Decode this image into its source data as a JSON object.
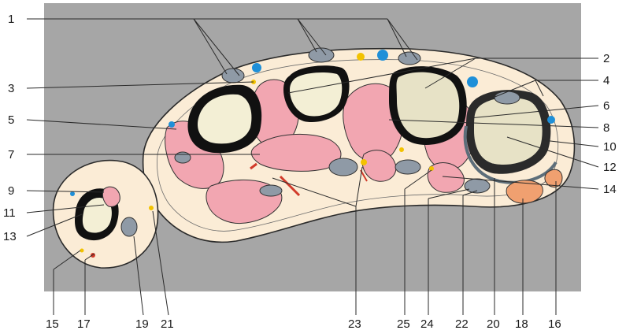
{
  "labels": {
    "l1": "1",
    "l2": "2",
    "l3": "3",
    "l4": "4",
    "l5": "5",
    "l6": "6",
    "l7": "7",
    "l8": "8",
    "l9": "9",
    "l10": "10",
    "l11": "11",
    "l12": "12",
    "l13": "13",
    "l14": "14",
    "l15": "15",
    "l16": "16",
    "l17": "17",
    "l18": "18",
    "l19": "19",
    "l20": "20",
    "l21": "21",
    "l22": "22",
    "l23": "23",
    "l24": "24",
    "l25": "25"
  },
  "colors": {
    "background_panel": "#a6a6a6",
    "skin": "#fbecd6",
    "muscle": "#f2a6b1",
    "bone_cortex": "#111111",
    "bone_marrow": "#f3efd5",
    "tendon": "#8f9aa6",
    "vein": "#1e8fd8",
    "artery": "#d13a2a",
    "nerve": "#f2c200",
    "orange_muscle": "#f0a070"
  }
}
